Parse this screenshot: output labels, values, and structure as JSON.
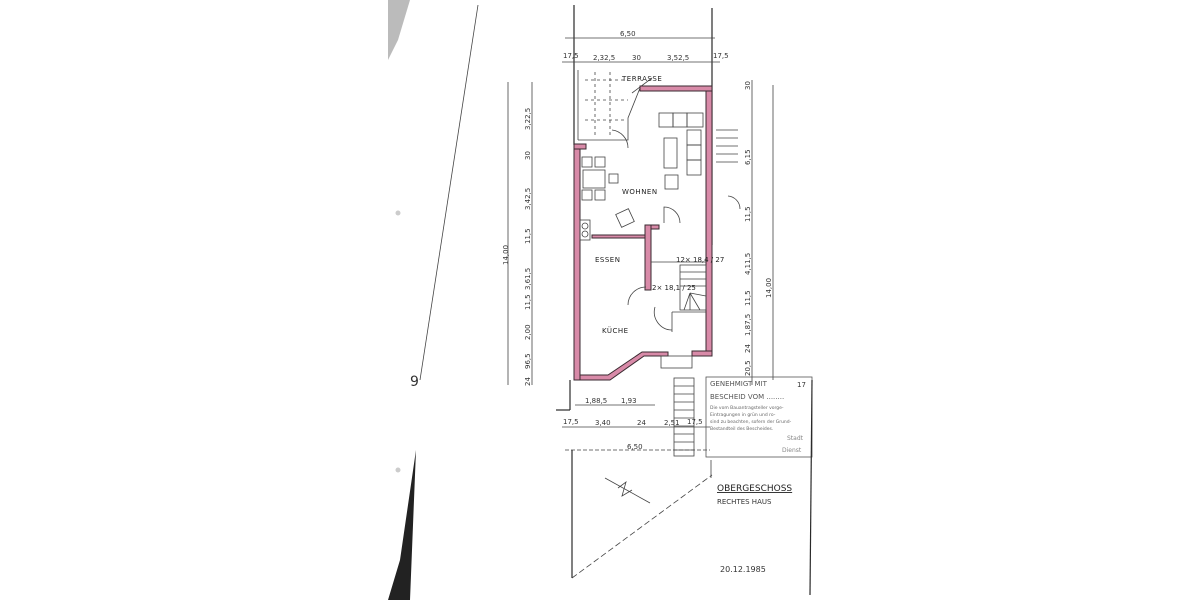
{
  "plan": {
    "rooms": {
      "terrace": "TERRASSE",
      "living": "WOHNEN",
      "dining": "ESSEN",
      "kitchen": "KÜCHE"
    },
    "stair_notes": [
      "12× 18,4 / 27",
      "2× 18,1 / 25"
    ],
    "dimensions": {
      "top_total": "6,50",
      "top_parts": [
        "17,5",
        "2,32,5",
        "30",
        "3,52,5",
        "17,5"
      ],
      "left_total": "14,00",
      "left_parts": [
        "3,22,5",
        "30",
        "3,42,5",
        "11,5",
        "3,61,5",
        "11,5",
        "2,00",
        "96,5",
        "24"
      ],
      "right_total": "14,00",
      "right_parts": [
        "30",
        "6,15",
        "11,5",
        "4,11,5",
        "11,5",
        "1,87,5",
        "24",
        "20,5"
      ],
      "bottom_row1": [
        "1,88,5",
        "1,93"
      ],
      "bottom_row2": [
        "17,5",
        "3,40",
        "24",
        "2,51",
        "17,5"
      ],
      "bottom_total": "6,50"
    },
    "stamp": {
      "line1": "GENEHMIGT MIT",
      "line2": "BESCHEID VOM ........",
      "number": "17",
      "body": [
        "Die vom Bauantragsteller vorge-",
        "Eintragungen in grün und ro-",
        "sind zu beachten, sofern der Grund-",
        "Bestandteil des Bescheides."
      ],
      "sign1": "Stadt",
      "sign2": "Dienst"
    },
    "title": "OBERGESCHOSS",
    "subtitle": "RECHTES HAUS",
    "date": "20.12.1985",
    "margin_mark": "9",
    "colors": {
      "wall_fill": "#d88aa8",
      "line": "#2a2a2a"
    }
  }
}
